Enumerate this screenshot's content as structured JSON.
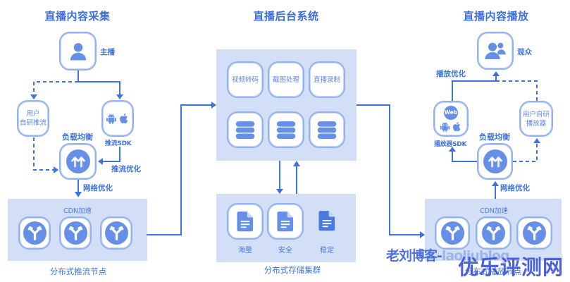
{
  "colors": {
    "accent": "#3d73e0",
    "icon_fill": "#6690e8",
    "panel_bg": "#d3dff7",
    "box_border": "#93b2ee"
  },
  "capture": {
    "title": "直播内容采集",
    "anchor_label": "主播",
    "user_push_label": "用户\n自研推流",
    "sdk_label": "推流SDK",
    "lb_label": "负载均衡",
    "push_opt_label": "推流优化",
    "net_opt_label": "网络优化",
    "cdn_label": "CDN加速",
    "nodes_label": "分布式推流节点"
  },
  "backend": {
    "title": "直播后台系统",
    "services": [
      "视频转码",
      "截图处理",
      "直播录制"
    ],
    "storage": {
      "features": [
        "海量",
        "安全",
        "稳定"
      ],
      "label": "分布式存储集群"
    }
  },
  "playback": {
    "title": "直播内容播放",
    "audience_label": "观众",
    "play_opt_label": "播放优化",
    "web_badge": "Web",
    "sdk_label": "播放器SDK",
    "user_player_label": "用户自研\n播放器",
    "lb_label": "负载均衡",
    "net_opt_label": "网络优化",
    "cdn_label": "CDN加速",
    "nodes_label": "分布式播放节点"
  },
  "watermarks": {
    "blog": "老刘博客-",
    "blog_tail": "laoliublog",
    "site": "优乐评测网"
  }
}
